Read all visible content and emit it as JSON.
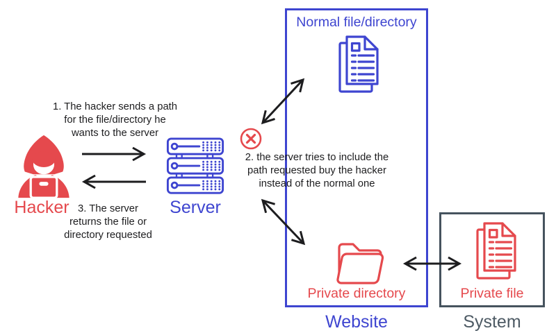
{
  "colors": {
    "red": "#e5494d",
    "blue": "#3e45d0",
    "gray_border": "#46535e",
    "gray_text": "#4d5a64",
    "ink": "#1d1d1f"
  },
  "left_flow": {
    "step1_text": "1. The hacker sends a path\nfor the file/directory he\nwants to the server",
    "step3_text": "3. The server\nreturns the file or\ndirectory requested",
    "hacker_label": "Hacker",
    "server_label": "Server"
  },
  "middle": {
    "step2_text": "2. the server tries to include the\npath requested buy the hacker\ninstead of the normal one"
  },
  "website_box": {
    "title": "Normal file/directory",
    "private_directory_label": "Private directory",
    "caption": "Website"
  },
  "system_box": {
    "private_file_label": "Private file",
    "caption": "System"
  },
  "icons": {
    "hacker": "hooded-hacker-icon",
    "server": "server-rack-icon",
    "deny": "circled-x-icon",
    "normal_file": "document-stack-icon",
    "private_directory": "open-folder-icon",
    "private_file": "document-stack-icon"
  }
}
